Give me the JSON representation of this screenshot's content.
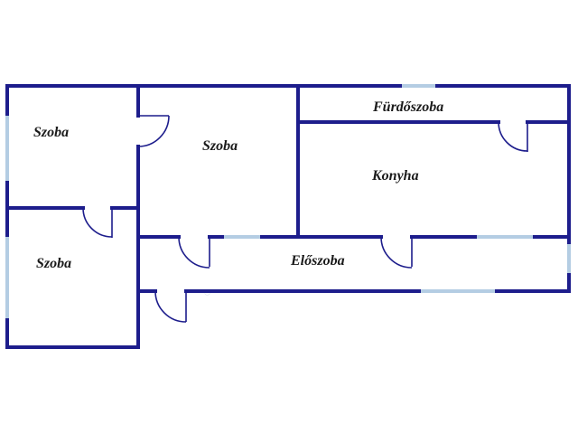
{
  "rooms": {
    "szoba_top_left": "Szoba",
    "szoba_bottom_left": "Szoba",
    "szoba_middle": "Szoba",
    "furdoszoba": "Fürdőszoba",
    "konyha": "Konyha",
    "eloszoba": "Előszoba"
  },
  "colors": {
    "wall": "#1d1d8c",
    "window": "#b4cde3",
    "background": "#ffffff",
    "label": "#1a1a1a"
  }
}
